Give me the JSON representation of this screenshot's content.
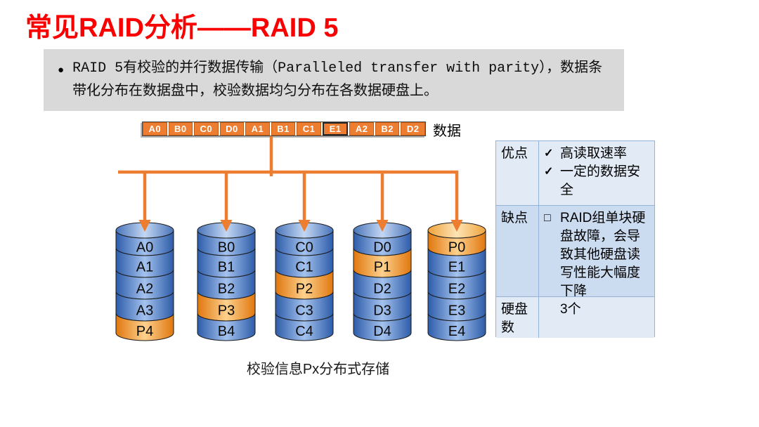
{
  "slide": {
    "title": "常见RAID分析——RAID 5",
    "bullet_marker": "●",
    "bullet_text": "RAID 5有校验的并行数据传输（Paralleled transfer with parity），数据条带化分布在数据盘中，校验数据均匀分布在各数据硬盘上。",
    "caption": "校验信息Px分布式存储"
  },
  "data_strip": {
    "cells": [
      "A0",
      "B0",
      "C0",
      "D0",
      "A1",
      "B1",
      "C1",
      "E1",
      "A2",
      "B2",
      "D2"
    ],
    "highlighted_cell": "E1",
    "label": "数据"
  },
  "disks": [
    {
      "name": "disk-1",
      "segments": [
        "A0",
        "A1",
        "A2",
        "A3",
        "P4"
      ]
    },
    {
      "name": "disk-2",
      "segments": [
        "B0",
        "B1",
        "B2",
        "P3",
        "B4"
      ]
    },
    {
      "name": "disk-3",
      "segments": [
        "C0",
        "C1",
        "P2",
        "C3",
        "C4"
      ]
    },
    {
      "name": "disk-4",
      "segments": [
        "D0",
        "P1",
        "D2",
        "D3",
        "D4"
      ]
    },
    {
      "name": "disk-5",
      "segments": [
        "P0",
        "E1",
        "E2",
        "E3",
        "E4"
      ]
    }
  ],
  "parity_prefix": "P",
  "info_table": {
    "rows": [
      {
        "key": "advantages",
        "label": "优点",
        "items": [
          {
            "marker": "✓",
            "text": "高读取速率"
          },
          {
            "marker": "✓",
            "text": "一定的数据安全"
          }
        ]
      },
      {
        "key": "disadvantages",
        "label": "缺点",
        "items": [
          {
            "marker": "□",
            "text": "RAID组单块硬盘故障，会导致其他硬盘读写性能大幅度下降"
          }
        ]
      },
      {
        "key": "disk-count",
        "label": "硬盘数",
        "items": [
          {
            "marker": "",
            "text": "3个"
          }
        ]
      }
    ]
  },
  "colors": {
    "accent_orange": "#ED7D31",
    "title_red": "#FA0000",
    "summary_gray": "#D9D9D9",
    "disk_blue_edge": "#2D5CA9",
    "disk_blue_center": "#A4C2EE",
    "disk_orange_edge": "#E0770E",
    "disk_orange_center": "#FDD18D",
    "table_border": "#95B3D7",
    "table_row_light": "#E1EAF5",
    "table_row_medium": "#CCDCF0"
  }
}
